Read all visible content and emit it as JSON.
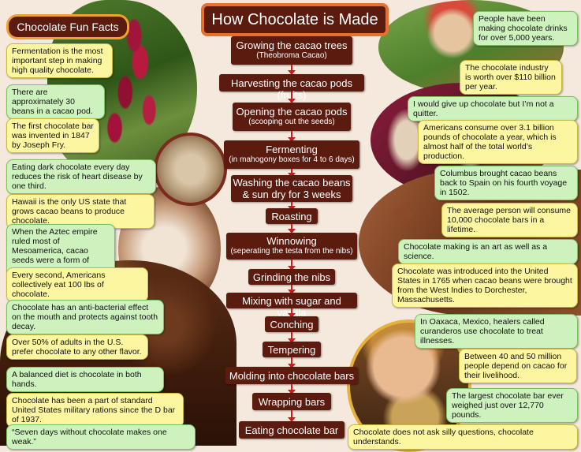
{
  "title": "How Chocolate is Made",
  "facts_title": "Chocolate Fun Facts",
  "steps": [
    {
      "main": "Growing the cacao trees",
      "sub": "(Theobroma Cacao)"
    },
    {
      "main": "Harvesting the cacao pods (fruits)",
      "sub": ""
    },
    {
      "main": "Opening the cacao pods",
      "sub": "(scooping out the seeds)"
    },
    {
      "main": "Fermenting",
      "sub": "(in mahogony boxes for 4 to 6 days)"
    },
    {
      "main": "Washing the cacao beans & sun dry for 3 weeks",
      "sub": ""
    },
    {
      "main": "Roasting",
      "sub": ""
    },
    {
      "main": "Winnowing",
      "sub": "(seperating the testa from the nibs)"
    },
    {
      "main": "Grinding the nibs",
      "sub": ""
    },
    {
      "main": "Mixing with sugar and vanilla",
      "sub": ""
    },
    {
      "main": "Conching",
      "sub": ""
    },
    {
      "main": "Tempering",
      "sub": ""
    },
    {
      "main": "Molding into chocolate bars",
      "sub": ""
    },
    {
      "main": "Wrapping bars",
      "sub": ""
    },
    {
      "main": "Eating chocolate bar",
      "sub": ""
    }
  ],
  "left_facts": [
    "Fermentation is the most important step in making high quality chocolate.",
    "There are approximately 30 beans in a cacao pod.",
    "The first chocolate bar was invented in 1847 by Joseph Fry.",
    "Eating dark chocolate every day reduces the risk of heart disease by one third.",
    "Hawaii is the only US state that grows cacao beans to produce chocolate.",
    "When the Aztec empire ruled most of Mesoamerica, cacao seeds were a form of currency.",
    "Every second, Americans collectively eat 100 lbs of chocolate.",
    "Chocolate has an anti-bacterial effect on the mouth and protects against tooth decay.",
    "Over 50% of adults in the U.S. prefer chocolate to any other flavor.",
    "A balanced diet is chocolate in both hands.",
    "Chocolate has been a part of standard United States military rations since the D bar of 1937.",
    "“Seven days without chocolate makes one weak.”"
  ],
  "right_facts": [
    "People have been making chocolate drinks for over 5,000 years.",
    "The chocolate industry is worth over $110 billion per year.",
    "I would give up chocolate but I’m not a quitter.",
    "Americans consume over 3.1 billion pounds of chocolate a year, which is almost half of the total world’s production.",
    "Columbus brought cacao beans back to Spain on his fourth voyage in 1502.",
    "The average person will consume 10,000 chocolate bars in a lifetime.",
    "Chocolate making is an art as well as a science.",
    "Chocolate was introduced into the United States in 1765 when cacao beans were brought from the West Indies to Dorchester, Massachusetts.",
    "In Oaxaca, Mexico, healers called curanderos use chocolate to treat illnesses.",
    "Between 40 and 50 million people depend on cacao for their livelihood.",
    "The largest chocolate bar ever weighed just over 12,770 pounds.",
    "Chocolate does not ask silly questions, chocolate understands."
  ]
}
